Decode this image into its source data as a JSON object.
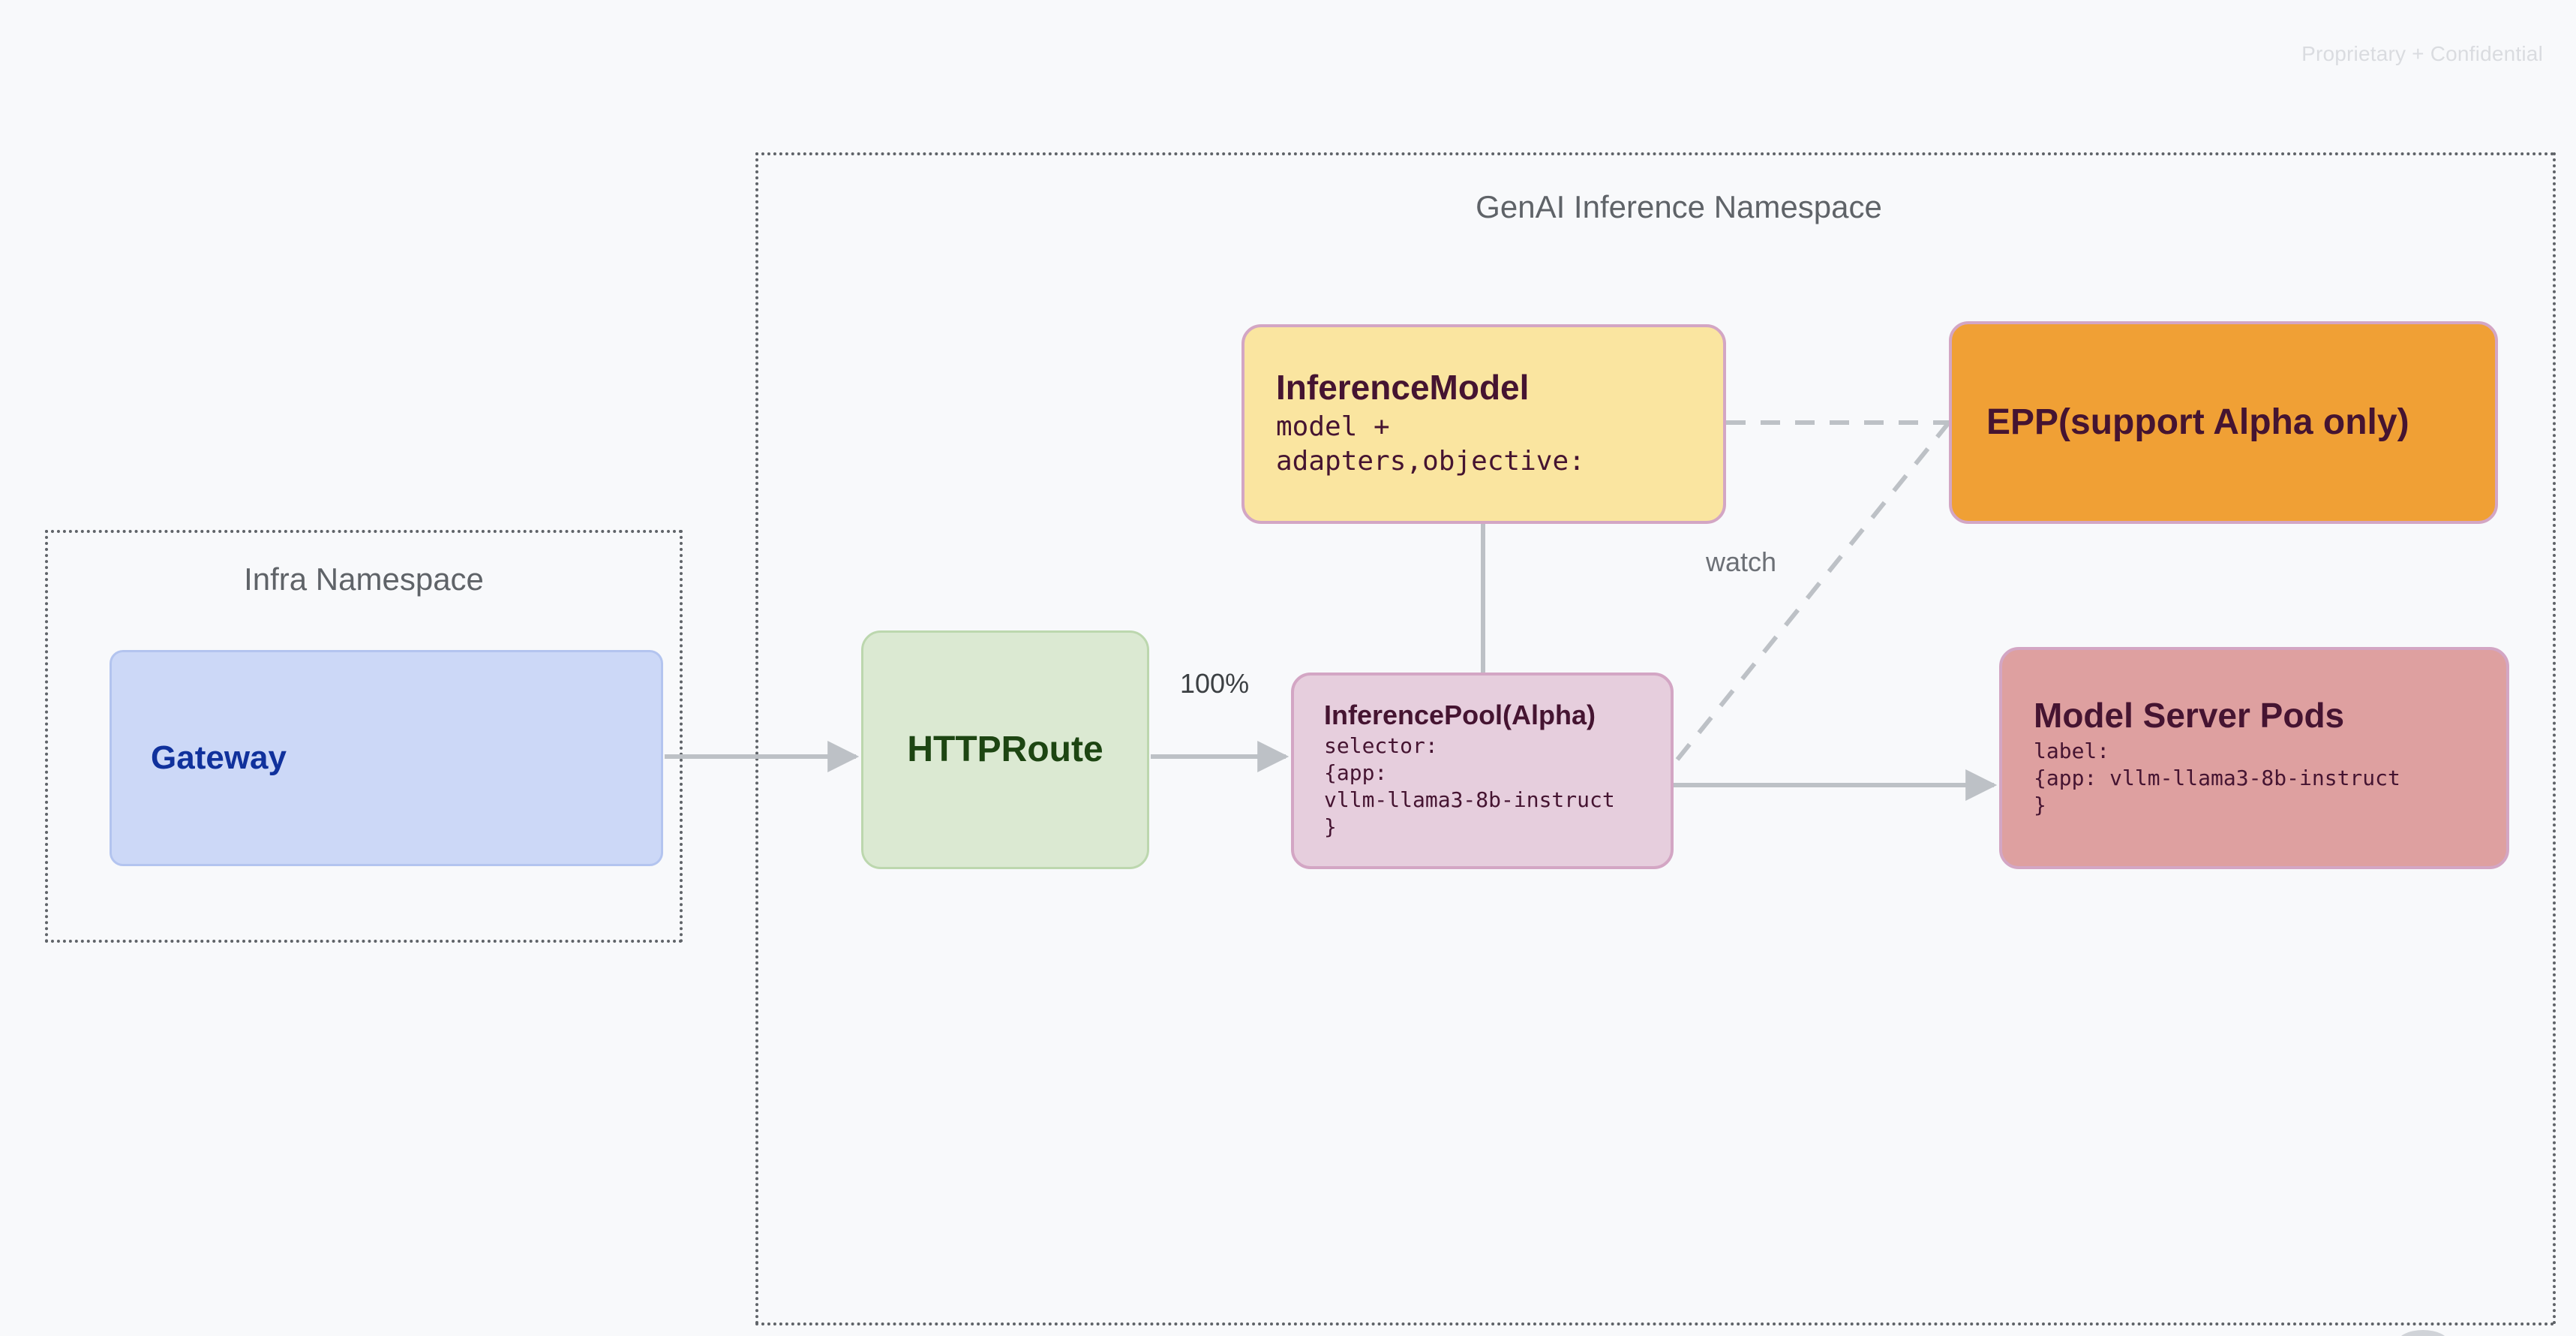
{
  "page": {
    "confidential_notice": "Proprietary + Confidential",
    "background_color": "#f8f9fb"
  },
  "namespaces": [
    {
      "id": "infra",
      "title": "Infra Namespace",
      "border_color": "#5f6368",
      "border_style": "dotted"
    },
    {
      "id": "genai",
      "title": "GenAI Inference Namespace",
      "border_color": "#5f6368",
      "border_style": "dotted"
    }
  ],
  "nodes": {
    "gateway": {
      "title": "Gateway",
      "body": "",
      "fill": "#ccd8f7",
      "text_color": "#10319c"
    },
    "httproute": {
      "title": "HTTPRoute",
      "body": "",
      "fill": "#dbe9d2",
      "text_color": "#1d4512"
    },
    "inference_model": {
      "title": "InferenceModel",
      "body": "model +\nadapters,objective:",
      "fill": "#fae5a0",
      "text_color": "#451431"
    },
    "inference_pool": {
      "title": "InferencePool(Alpha)",
      "body": "selector:\n{app:\nvllm-llama3-8b-instruct\n}",
      "fill": "#e6cedd",
      "text_color": "#451431"
    },
    "epp": {
      "title": "EPP(support Alpha only)",
      "body": "",
      "fill": "#f0a035",
      "text_color": "#451431"
    },
    "model_server_pods": {
      "title": "Model Server Pods",
      "body": "label:\n{app: vllm-llama3-8b-instruct\n}",
      "fill": "#de a0a0",
      "text_color": "#451431"
    }
  },
  "edges": [
    {
      "id": "gateway-to-httproute",
      "from": "gateway",
      "to": "httproute",
      "label": "",
      "style": "solid",
      "arrow": true
    },
    {
      "id": "httproute-to-inferencepool",
      "from": "httproute",
      "to": "inference_pool",
      "label": "100%",
      "style": "solid",
      "arrow": true
    },
    {
      "id": "inferencemodel-to-inferencepool",
      "from": "inference_model",
      "to": "inference_pool",
      "label": "",
      "style": "solid",
      "arrow": false
    },
    {
      "id": "inferencepool-to-modelserverpods",
      "from": "inference_pool",
      "to": "model_server_pods",
      "label": "",
      "style": "solid",
      "arrow": true
    },
    {
      "id": "inferencemodel-to-epp",
      "from": "inference_model",
      "to": "epp",
      "label": "",
      "style": "dashed",
      "arrow": false
    },
    {
      "id": "inferencepool-to-epp",
      "from": "inference_pool",
      "to": "epp",
      "label": "watch",
      "style": "dashed",
      "arrow": false
    }
  ],
  "labels": {
    "traffic_split": "100%",
    "watch": "watch"
  },
  "colors": {
    "connector": "#bdc1c6",
    "namespace_border": "#5f6368",
    "node_border_mauve": "#d3a6c4"
  }
}
